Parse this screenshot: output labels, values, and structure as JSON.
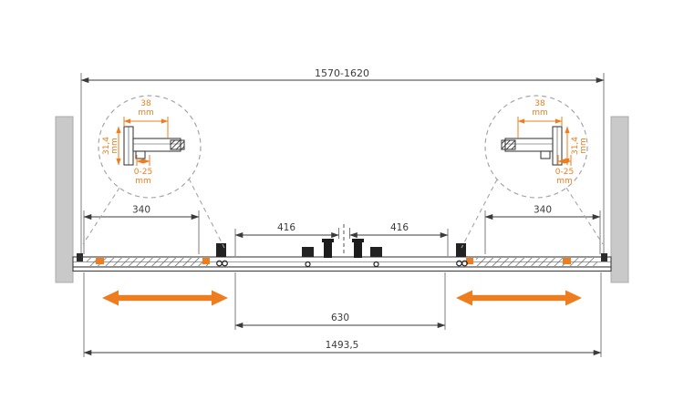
{
  "colors": {
    "accent_orange": "#ED7D1F",
    "drawing_line": "#3B3B3B",
    "wall_fill": "#C9C9C9",
    "dashed_gray": "#A5A5A5"
  },
  "dimensions": {
    "overall_range": "1570-1620",
    "left_wall_offset": "340",
    "right_wall_offset": "340",
    "left_panel": "416",
    "right_panel": "416",
    "door_opening": "630",
    "total_length": "1493,5"
  },
  "detail_left": {
    "profile_width_value": "38",
    "profile_width_unit": "mm",
    "profile_height_value": "31,4",
    "profile_height_unit": "mm",
    "adjustment_value": "0-25",
    "adjustment_unit": "mm"
  },
  "detail_right": {
    "profile_width_value": "38",
    "profile_width_unit": "mm",
    "profile_height_value": "31,4",
    "profile_height_unit": "mm",
    "adjustment_value": "0-25",
    "adjustment_unit": "mm"
  }
}
